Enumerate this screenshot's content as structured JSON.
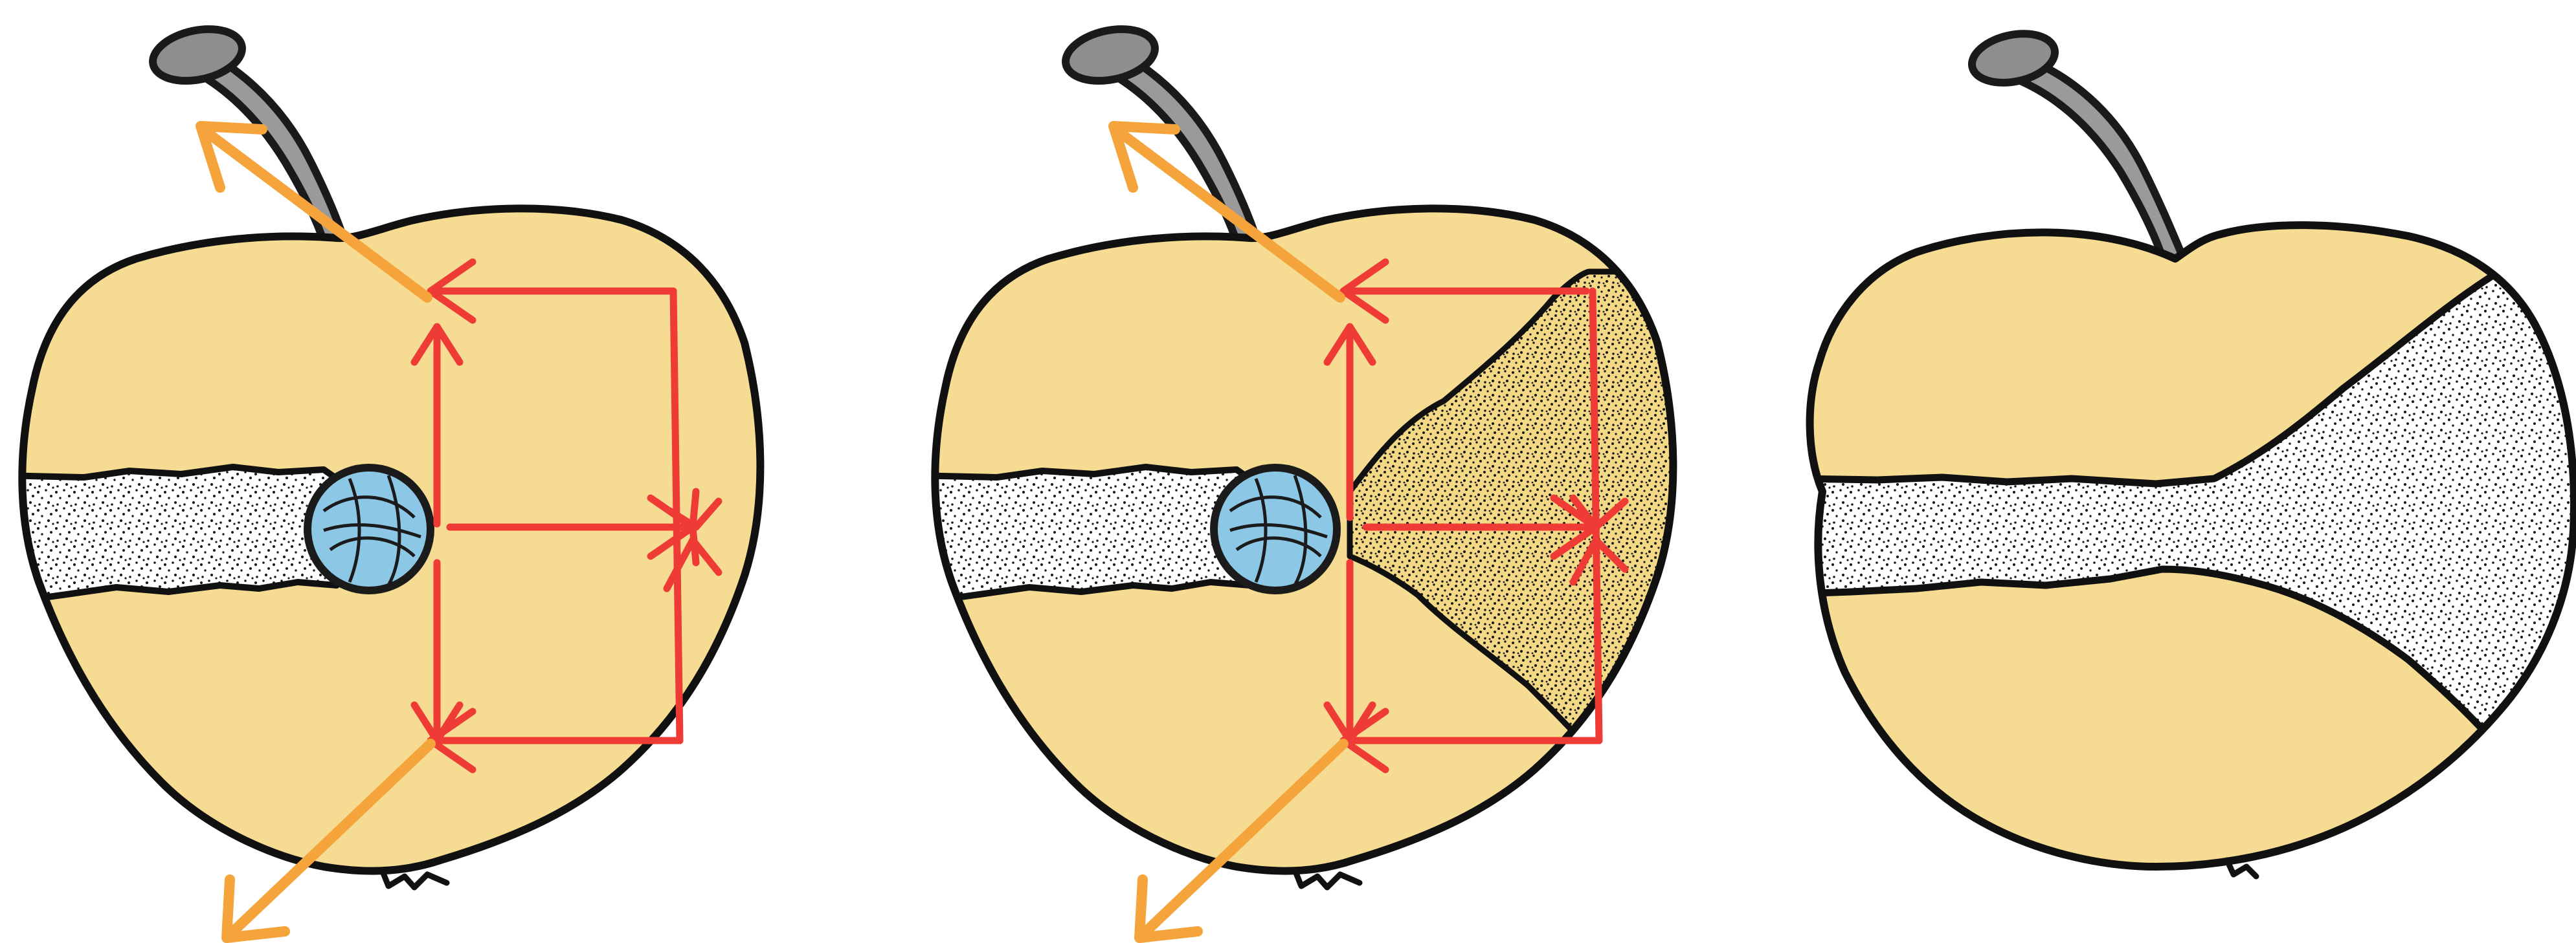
{
  "figure": {
    "panels": [
      {
        "id": "panel-1",
        "stage": "bullet-lodged"
      },
      {
        "id": "panel-2",
        "stage": "cavitation-forming"
      },
      {
        "id": "panel-3",
        "stage": "exit-wound"
      }
    ]
  },
  "colors": {
    "background": "#ffffff",
    "apple_flesh": "#f6dc93",
    "apple_outline": "#111111",
    "stem": "#9a9a9a",
    "stem_outline": "#1a1a1a",
    "wound_channel": "#ffffff",
    "stipple": "#1a1a1a",
    "bullet": "#8cc7e6",
    "bullet_outline": "#1b1b1b",
    "stress_arrows": "#ef3b36",
    "outward_arrows": "#f4a43a"
  },
  "icons": {
    "bullet": "bullet-icon",
    "stem": "apple-stem-icon",
    "calyx": "apple-calyx-icon"
  }
}
